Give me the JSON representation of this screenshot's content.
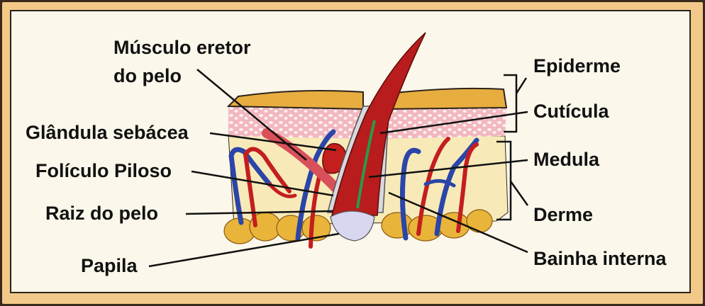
{
  "labels": {
    "musculo_line1": "Músculo eretor",
    "musculo_line2": "do pelo",
    "glandula": "Glândula sebácea",
    "foliculo": "Folículo Piloso",
    "raiz": "Raiz do pelo",
    "papila": "Papila",
    "epiderme": "Epiderme",
    "cuticula": "Cutícula",
    "medula": "Medula",
    "derme": "Derme",
    "bainha": "Bainha interna"
  },
  "colors": {
    "epidermis": "#e8ad3f",
    "dermis_pink": "#f2b7bf",
    "dermis_cream": "#f7eab8",
    "fat": "#e9b43a",
    "artery": "#c41e1e",
    "vein": "#2b45a8",
    "hair": "#b81c1c",
    "medula": "#2a9a4a",
    "papila": "#d9d6f0"
  }
}
